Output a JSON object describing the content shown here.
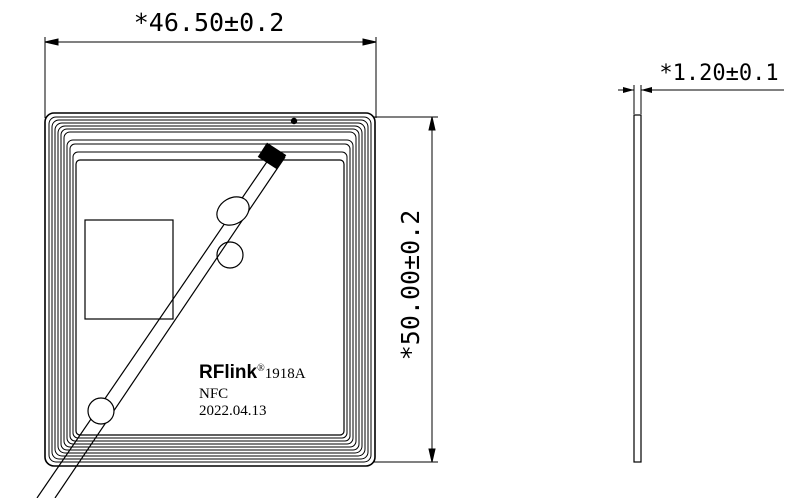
{
  "dimensions": {
    "width_label": "*46.50±0.2",
    "height_label": "*50.00±0.2",
    "thickness_label": "*1.20±0.1"
  },
  "label": {
    "brand_r": "R",
    "brand_f": "F",
    "brand_rest": "link",
    "registered": "®",
    "model": "1918A",
    "type": "NFC",
    "date": "2022.04.13"
  }
}
